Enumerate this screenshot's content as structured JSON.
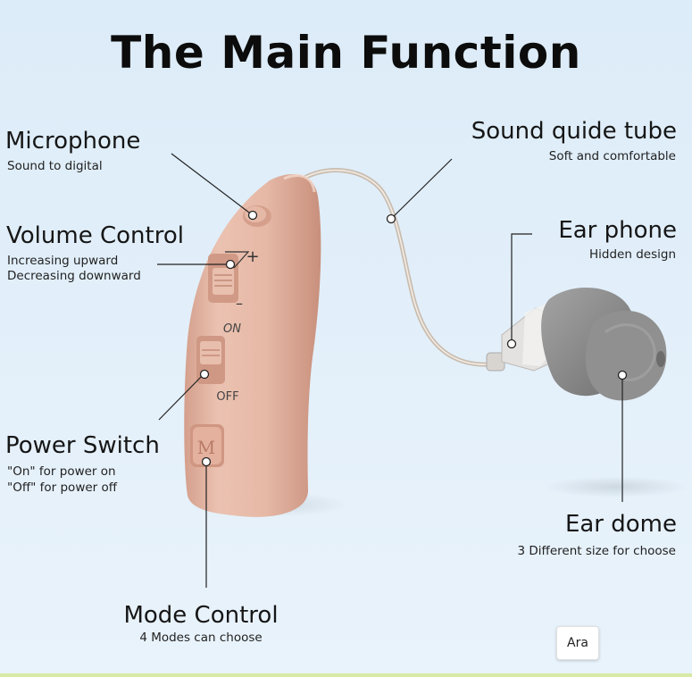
{
  "title": "The Main Function",
  "labels": {
    "microphone": {
      "title": "Microphone",
      "desc": "Sound to digital"
    },
    "volume": {
      "title": "Volume Control",
      "desc_1": "Increasing upward",
      "desc_2": "Decreasing downward"
    },
    "power": {
      "title": "Power Switch",
      "desc_1": "\"On\" for power on",
      "desc_2": "\"Off\" for power off"
    },
    "mode": {
      "title": "Mode Control",
      "desc": "4 Modes can choose"
    },
    "tube": {
      "title": "Sound quide tube",
      "desc": "Soft and comfortable"
    },
    "earphone": {
      "title": "Ear phone",
      "desc": "Hidden design"
    },
    "eardome": {
      "title": "Ear dome",
      "desc": "3 Different size for choose"
    }
  },
  "device": {
    "switch_on": "ON",
    "switch_off": "OFF",
    "mode_button": "M",
    "volume_plus": "+",
    "volume_minus": "–"
  },
  "language_button": "Ara",
  "colors": {
    "background": "#dcecf8",
    "device_body": "#e5b7a5",
    "ear_dome": "#8d8d8d"
  }
}
